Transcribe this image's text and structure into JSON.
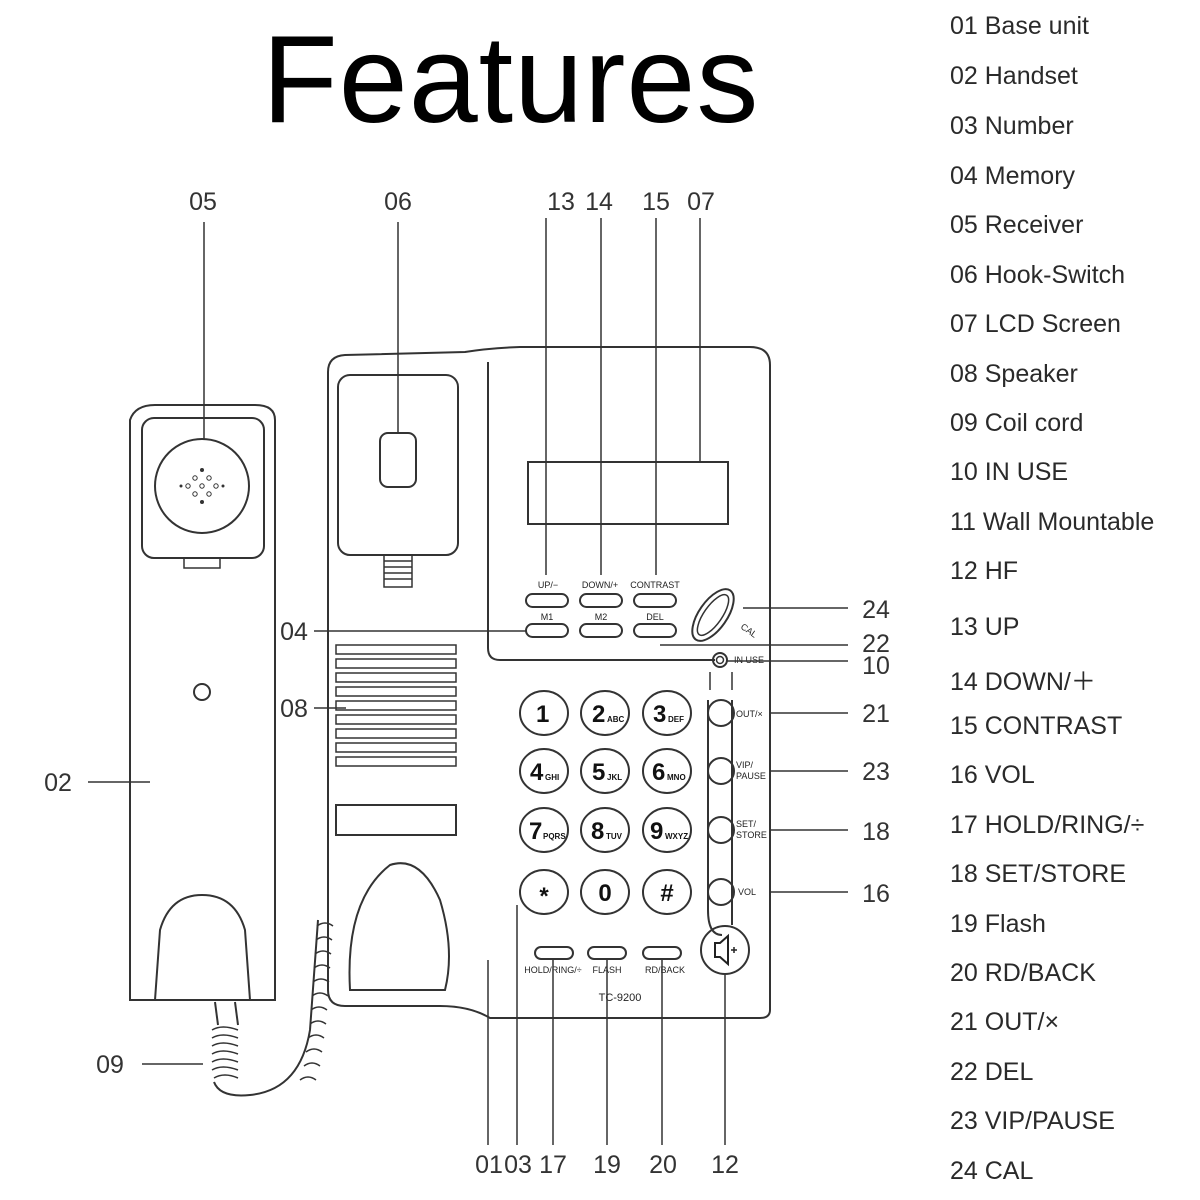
{
  "title": "Features",
  "legend": [
    "01 Base unit",
    "02 Handset",
    "03 Number",
    "04 Memory",
    "05 Receiver",
    "06 Hook-Switch",
    "07 LCD Screen",
    "08 Speaker",
    "09 Coil cord",
    "10 IN USE",
    "11 Wall Mountable",
    "12 HF",
    "13 UP",
    "14 DOWN/＋",
    "15 CONTRAST",
    "16 VOL",
    "17 HOLD/RING/÷",
    "18 SET/STORE",
    "19 Flash",
    "20 RD/BACK",
    "21 OUT/×",
    "22 DEL",
    "23 VIP/PAUSE",
    "24 CAL"
  ],
  "callouts": {
    "c05": "05",
    "c06": "06",
    "c13": "13",
    "c14": "14",
    "c15": "15",
    "c07": "07",
    "c24": "24",
    "c04": "04",
    "c22": "22",
    "c10": "10",
    "c08": "08",
    "c21": "21",
    "c02": "02",
    "c23": "23",
    "c18": "18",
    "c16": "16",
    "c09": "09",
    "c01": "01",
    "c03": "03",
    "c17": "17",
    "c19": "19",
    "c20": "20",
    "c12": "12"
  },
  "button_labels": {
    "up": "UP/−",
    "down": "DOWN/+",
    "contrast": "CONTRAST",
    "m1": "M1",
    "m2": "M2",
    "del": "DEL",
    "cal": "CAL",
    "in_use": "IN USE",
    "out": "OUT/×",
    "vip_1": "VIP/",
    "vip_2": "PAUSE",
    "set_1": "SET/",
    "set_2": "STORE",
    "vol": "VOL",
    "hold": "HOLD/RING/÷",
    "flash": "FLASH",
    "rd": "RD/BACK"
  },
  "model": "TC-9200",
  "keypad": [
    {
      "d": "1",
      "l": ""
    },
    {
      "d": "2",
      "l": "ABC"
    },
    {
      "d": "3",
      "l": "DEF"
    },
    {
      "d": "4",
      "l": "GHI"
    },
    {
      "d": "5",
      "l": "JKL"
    },
    {
      "d": "6",
      "l": "MNO"
    },
    {
      "d": "7",
      "l": "PQRS"
    },
    {
      "d": "8",
      "l": "TUV"
    },
    {
      "d": "9",
      "l": "WXYZ"
    },
    {
      "d": "*",
      "l": ""
    },
    {
      "d": "0",
      "l": ""
    },
    {
      "d": "#",
      "l": ""
    }
  ]
}
